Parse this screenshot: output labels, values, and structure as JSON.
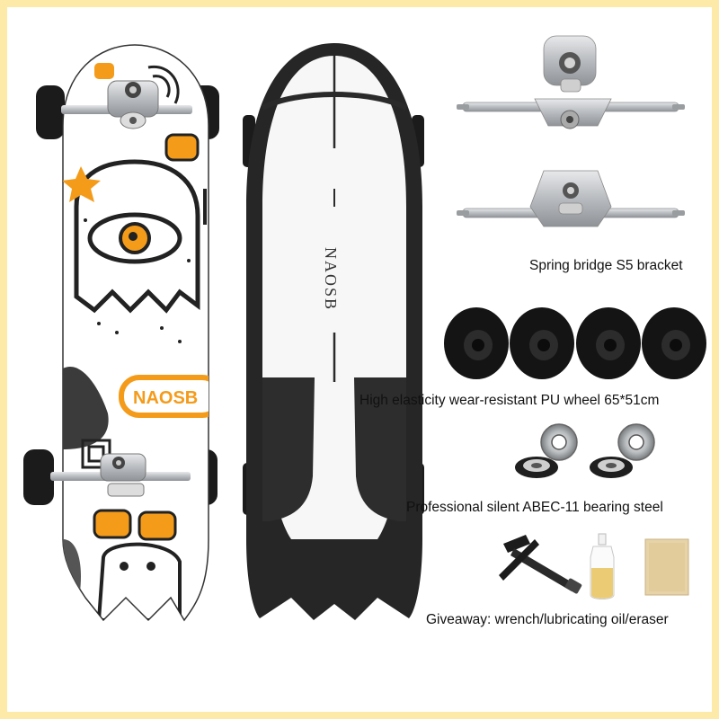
{
  "colors": {
    "frame": "#fde9a8",
    "accent_orange": "#f49b1a",
    "deck_black": "#222222",
    "wheel_black": "#1b1b1b",
    "truck_silver": "#c9cbce"
  },
  "boards": {
    "left_board_logo": "NAOSB",
    "right_board_logo": "NAOSB"
  },
  "captions": {
    "trucks": "Spring bridge S5 bracket",
    "wheels": "High elasticity wear-resistant PU wheel 65*51cm",
    "bearings": "Professional silent ABEC-11 bearing steel",
    "giveaway": "Giveaway: wrench/lubricating oil/eraser"
  }
}
